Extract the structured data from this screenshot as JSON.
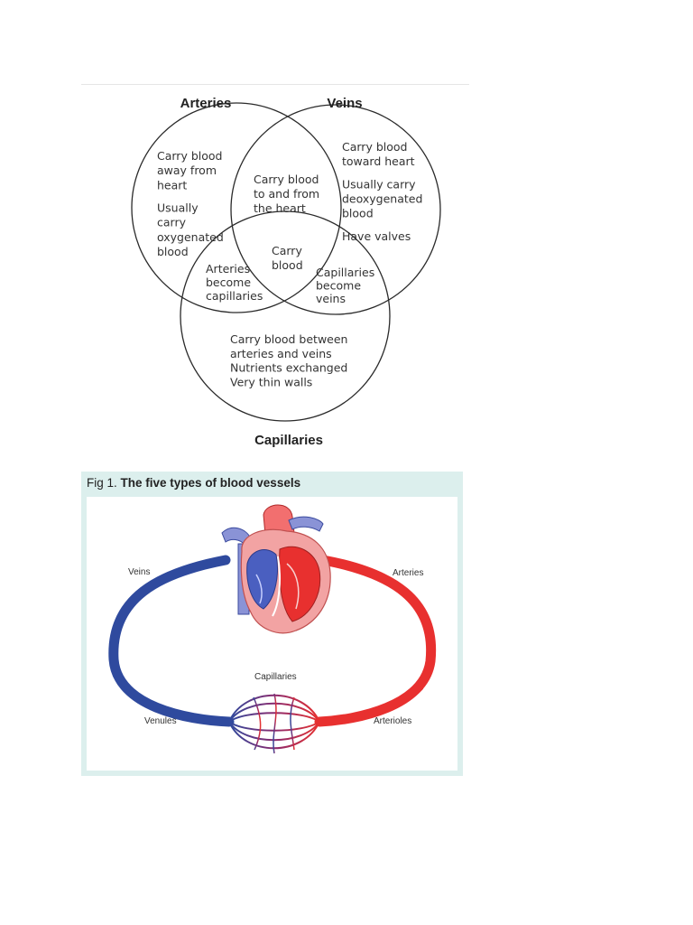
{
  "venn": {
    "sets": {
      "arteries": "Arteries",
      "veins": "Veins",
      "capillaries": "Capillaries"
    },
    "regions": {
      "arteries_only": [
        "Carry blood",
        "away from",
        "heart",
        "",
        "Usually",
        "carry",
        "oxygenated",
        "blood"
      ],
      "veins_only": [
        "Carry blood",
        "toward heart",
        "",
        "Usually carry",
        "deoxygenated",
        "blood",
        "",
        "Have valves"
      ],
      "arteries_veins": [
        "Carry blood",
        "to and from",
        "the heart"
      ],
      "all_three": [
        "Carry",
        "blood"
      ],
      "arteries_capillaries": [
        "Arteries",
        "become",
        "capillaries"
      ],
      "veins_capillaries": [
        "Capillaries",
        "become",
        "veins"
      ],
      "capillaries_only": [
        "Carry blood between",
        "arteries and veins",
        "Nutrients exchanged",
        "Very thin walls"
      ]
    }
  },
  "figure": {
    "caption_prefix": "Fig 1.",
    "caption_title": "The five types of blood vessels",
    "labels": {
      "veins": "Veins",
      "arteries": "Arteries",
      "capillaries": "Capillaries",
      "venules": "Venules",
      "arterioles": "Arterioles"
    },
    "colors": {
      "venous": "#2f4a9e",
      "arterial": "#e8302f",
      "heart_pink": "#f2a3a3",
      "heart_blue": "#8a93d6"
    }
  }
}
